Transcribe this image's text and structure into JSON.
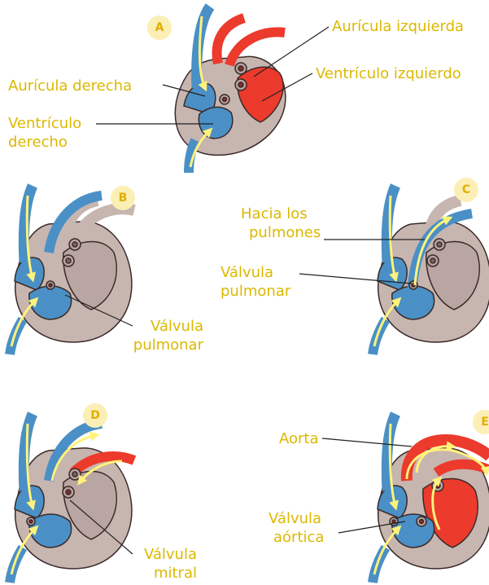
{
  "panels": {
    "a": {
      "letter": "A"
    },
    "b": {
      "letter": "B"
    },
    "c": {
      "letter": "C"
    },
    "d": {
      "letter": "D"
    },
    "e": {
      "letter": "E"
    }
  },
  "labels": {
    "auricula_izquierda": "Aurícula izquierda",
    "ventriculo_izquierdo": "Ventrículo izquierdo",
    "auricula_derecha": "Aurícula derecha",
    "ventriculo_derecho_1": "Ventrículo",
    "ventriculo_derecho_2": "derecho",
    "valvula_pulmonar_b_1": "Válvula",
    "valvula_pulmonar_b_2": "pulmonar",
    "hacia_pulmones_1": "Hacia los",
    "hacia_pulmones_2": "pulmones",
    "valvula_pulmonar_c_1": "Válvula",
    "valvula_pulmonar_c_2": "pulmonar",
    "valvula_mitral_1": "Válvula",
    "valvula_mitral_2": "mitral",
    "aorta": "Aorta",
    "valvula_aortica_1": "Válvula",
    "valvula_aortica_2": "aórtica"
  },
  "colors": {
    "deoxygenated": "#4a90c6",
    "oxygenated": "#ec3a2c",
    "heart_wall": "#c7b5b0",
    "outline": "#3a2a28",
    "flow_arrow": "#fff27a",
    "label_text": "#dcb800",
    "badge_fill": "#fbefb6"
  }
}
